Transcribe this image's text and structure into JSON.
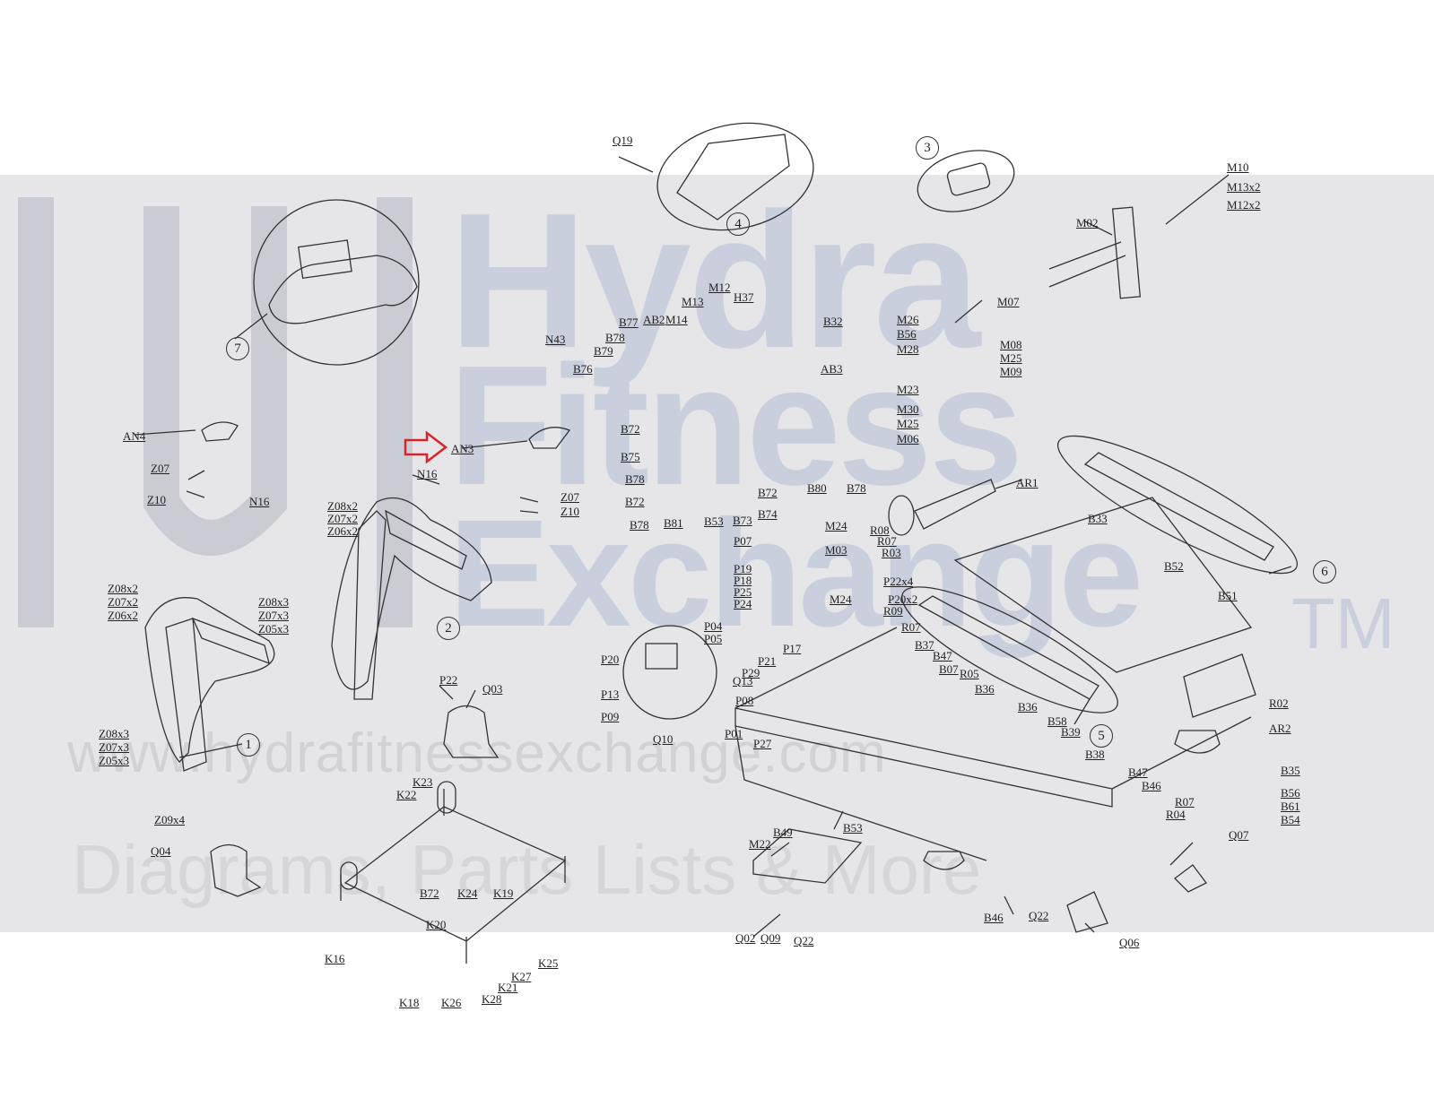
{
  "watermark": {
    "line1": "Hydra",
    "line2": "Fitness",
    "line3": "Exchange",
    "tm": "TM",
    "url": "www.hydrafitnessexchange.com",
    "tagline": "Diagrams, Parts Lists & More"
  },
  "callout_numbers": [
    "1",
    "2",
    "3",
    "4",
    "5",
    "6",
    "7"
  ],
  "part_labels": [
    "Q19",
    "M10",
    "M13x2",
    "M12x2",
    "M02",
    "M07",
    "M26",
    "B56",
    "M28",
    "M08",
    "M25",
    "M09",
    "M23",
    "M30",
    "M25",
    "M06",
    "M12",
    "M13",
    "H37",
    "AB2",
    "M14",
    "B77",
    "B78",
    "B79",
    "B32",
    "AB3",
    "B76",
    "B72",
    "B75",
    "B78",
    "B72",
    "B78",
    "B81",
    "B53",
    "B73",
    "B74",
    "B72",
    "B80",
    "B78",
    "N43",
    "AN4",
    "AN3",
    "N16",
    "Z07",
    "Z10",
    "N16",
    "Z07",
    "Z10",
    "Z08x2",
    "Z07x2",
    "Z06x2",
    "Z08x2",
    "Z07x2",
    "Z06x2",
    "Z08x3",
    "Z07x3",
    "Z05x3",
    "Z08x3",
    "Z07x3",
    "Z05x3",
    "P22",
    "Q03",
    "Z09x4",
    "Q04",
    "K23",
    "K22",
    "B72",
    "K24",
    "K19",
    "K20",
    "K25",
    "K27",
    "K21",
    "K16",
    "K18",
    "K26",
    "K28",
    "AR1",
    "B33",
    "R08",
    "R07",
    "R03",
    "M24",
    "M03",
    "P07",
    "P19",
    "P18",
    "P25",
    "P24",
    "M24",
    "P17",
    "P22x4",
    "P20x2",
    "R09",
    "R07",
    "B37",
    "B47",
    "B07",
    "R05",
    "B36",
    "B36",
    "B58",
    "B39",
    "B38",
    "B52",
    "B51",
    "R02",
    "AR2",
    "B35",
    "B56",
    "B61",
    "B54",
    "P04",
    "P05",
    "P20",
    "P13",
    "P09",
    "Q13",
    "P21",
    "P29",
    "P08",
    "P01",
    "P27",
    "Q10",
    "B47",
    "B46",
    "R07",
    "R04",
    "Q07",
    "B49",
    "B53",
    "M22",
    "Q02",
    "Q09",
    "Q22",
    "B46",
    "Q22",
    "Q06"
  ],
  "highlight": {
    "arrow_color": "#d9232a",
    "target_part": "AN3"
  }
}
